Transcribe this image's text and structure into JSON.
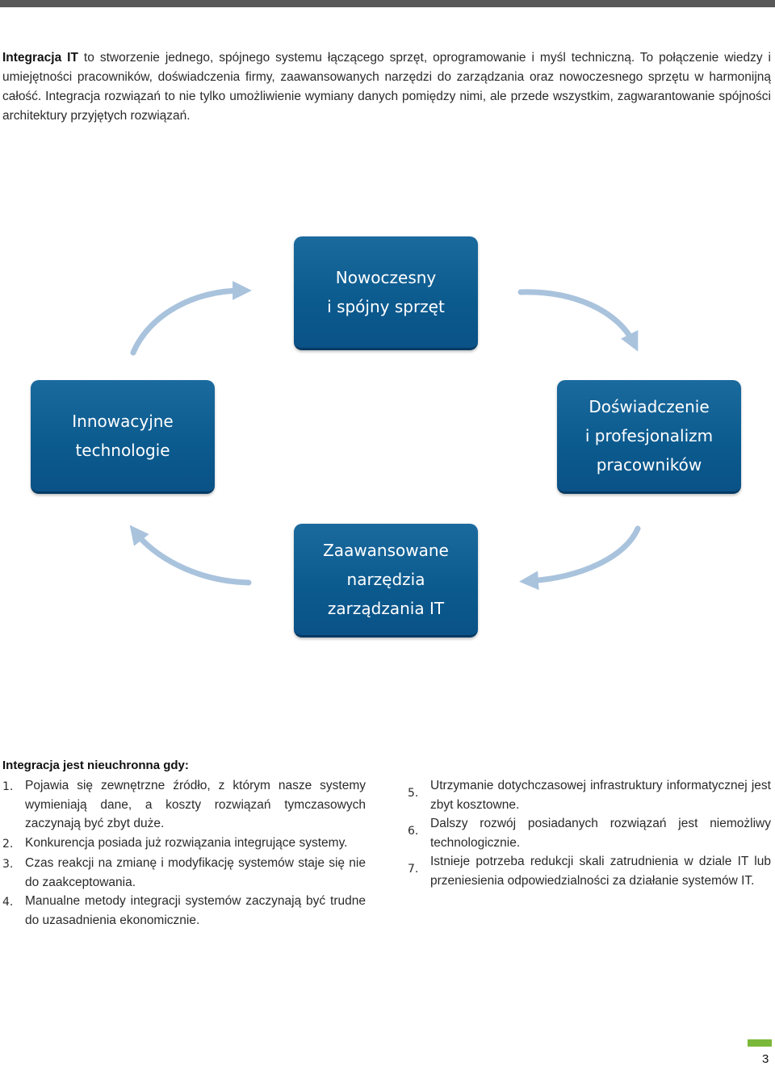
{
  "intro": {
    "lead": "Integracja IT",
    "body": " to stworzenie jednego, spójnego systemu łączącego sprzęt, oprogramowanie i myśl techniczną. To połączenie wiedzy i umiejętności pracowników, doświadczenia firmy, zaawansowanych narzędzi do zarządzania oraz nowoczesnego sprzętu w harmonijną całość. Integracja rozwiązań to nie tylko umożliwienie wymiany danych pomiędzy nimi, ale przede wszystkim, zagwarantowanie spójności architektury przyjętych rozwiązań."
  },
  "diagram": {
    "arrow_color": "#a9c3dd",
    "box_color": "#0b5a8e",
    "nodes": {
      "top": [
        "Nowoczesny",
        "i spójny sprzęt"
      ],
      "right": [
        "Doświadczenie",
        "i profesjonalizm",
        "pracowników"
      ],
      "bottom": [
        "Zaawansowane",
        "narzędzia",
        "zarządzania IT"
      ],
      "left": [
        "Innowacyjne",
        "technologie"
      ]
    }
  },
  "list": {
    "heading": "Integracja jest nieuchronna gdy:",
    "left": [
      {
        "num": "1.",
        "text": "Pojawia się zewnętrzne źródło, z którym nasze systemy wymieniają dane, a koszty rozwiązań tymczasowych zaczynają być zbyt duże."
      },
      {
        "num": "2.",
        "text": "Konkurencja posiada już rozwiązania integrujące systemy."
      },
      {
        "num": "3.",
        "text": "Czas reakcji na zmianę i modyfikację systemów staje się nie do zaakceptowania."
      },
      {
        "num": "4.",
        "text": "Manualne metody integracji systemów zaczynają być trudne do uzasadnienia ekonomicznie."
      }
    ],
    "right": [
      {
        "num": "5.",
        "text": "Utrzymanie dotychczasowej infrastruktury informatycznej jest zbyt kosztowne."
      },
      {
        "num": "6.",
        "text": "Dalszy rozwój posiadanych rozwiązań jest niemożliwy technologicznie."
      },
      {
        "num": "7.",
        "text": "Istnieje potrzeba redukcji skali zatrudnienia w dziale IT lub przeniesienia odpowiedzialności za działanie systemów IT."
      }
    ]
  },
  "footer": {
    "page_number": "3",
    "accent_color": "#7ab83a"
  }
}
